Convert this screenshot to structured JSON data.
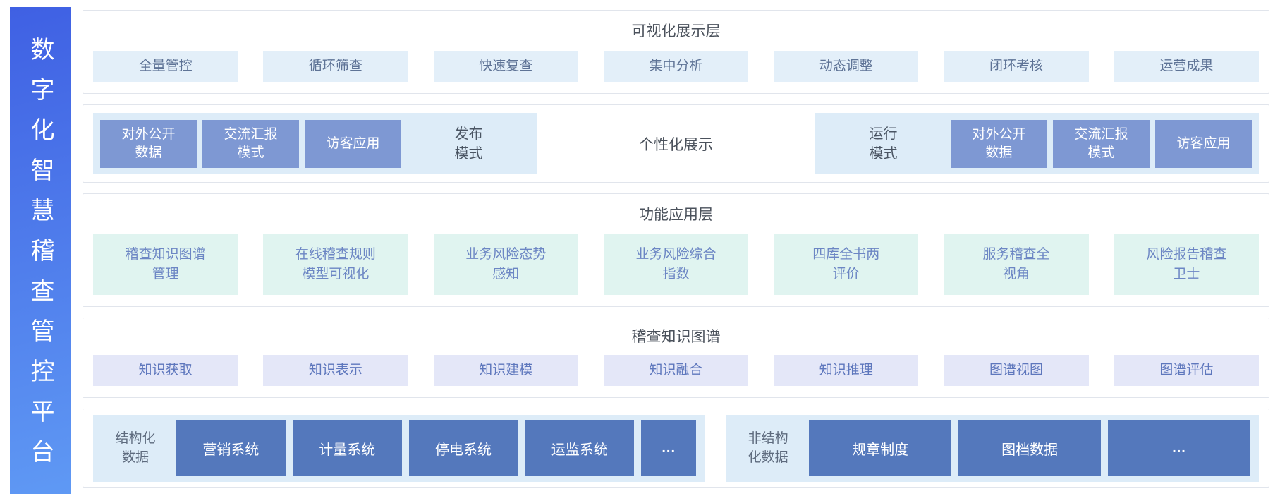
{
  "platform": {
    "title": "数字化智慧稽查管控平台"
  },
  "visualization_layer": {
    "title": "可视化展示层",
    "items": [
      "全量管控",
      "循环筛查",
      "快速复查",
      "集中分析",
      "动态调整",
      "闭环考核",
      "运营成果"
    ]
  },
  "mode_row": {
    "publish_group": {
      "boxes": [
        "对外公开\n数据",
        "交流汇报\n模式",
        "访客应用"
      ],
      "label": "发布\n模式"
    },
    "center_label": "个性化展示",
    "run_group": {
      "label": "运行\n模式",
      "boxes": [
        "对外公开\n数据",
        "交流汇报\n模式",
        "访客应用"
      ]
    }
  },
  "function_layer": {
    "title": "功能应用层",
    "items": [
      "稽查知识图谱\n管理",
      "在线稽查规则\n模型可视化",
      "业务风险态势\n感知",
      "业务风险综合\n指数",
      "四库全书两\n评价",
      "服务稽查全\n视角",
      "风险报告稽查\n卫士"
    ]
  },
  "knowledge_layer": {
    "title": "稽查知识图谱",
    "items": [
      "知识获取",
      "知识表示",
      "知识建模",
      "知识融合",
      "知识推理",
      "图谱视图",
      "图谱评估"
    ]
  },
  "data_layer": {
    "structured": {
      "label": "结构化\n数据",
      "boxes": [
        "营销系统",
        "计量系统",
        "停电系统",
        "运监系统",
        "..."
      ]
    },
    "unstructured": {
      "label": "非结构\n化数据",
      "boxes": [
        "规章制度",
        "图档数据",
        "..."
      ]
    }
  },
  "colors": {
    "sidebar_gradient_top": "#3F60E3",
    "sidebar_gradient_bottom": "#5F99F4",
    "panel_border": "#E1E5EC",
    "header_text": "#4B525C",
    "viz_item_bg": "#E3EFF9",
    "viz_item_text": "#5E7396",
    "group_bg": "#DDECF8",
    "mode_box_bg": "#7E98D3",
    "function_item_bg": "#E0F4F0",
    "function_item_text": "#6C86C4",
    "knowledge_item_bg": "#E4E7F8",
    "knowledge_item_text": "#5E77BD",
    "data_box_bg": "#5478BC",
    "box_text": "#FFFFFF"
  }
}
